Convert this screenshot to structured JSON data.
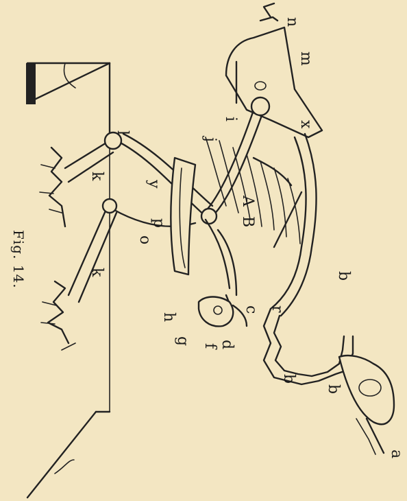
{
  "figure": {
    "caption": "Fig. 14.",
    "labels": {
      "a": "a",
      "b": "b",
      "c": "c",
      "d": "d",
      "f": "f",
      "g": "g",
      "h": "h",
      "i": "i",
      "j": "j",
      "k": "k",
      "l": "l",
      "m": "m",
      "n": "n",
      "o": "o",
      "p": "p",
      "r": "r",
      "x": "x",
      "y": "y",
      "A": "A",
      "B": "B"
    },
    "colors": {
      "paper": "#f3e6c2",
      "ink": "#1a1a1a"
    }
  }
}
